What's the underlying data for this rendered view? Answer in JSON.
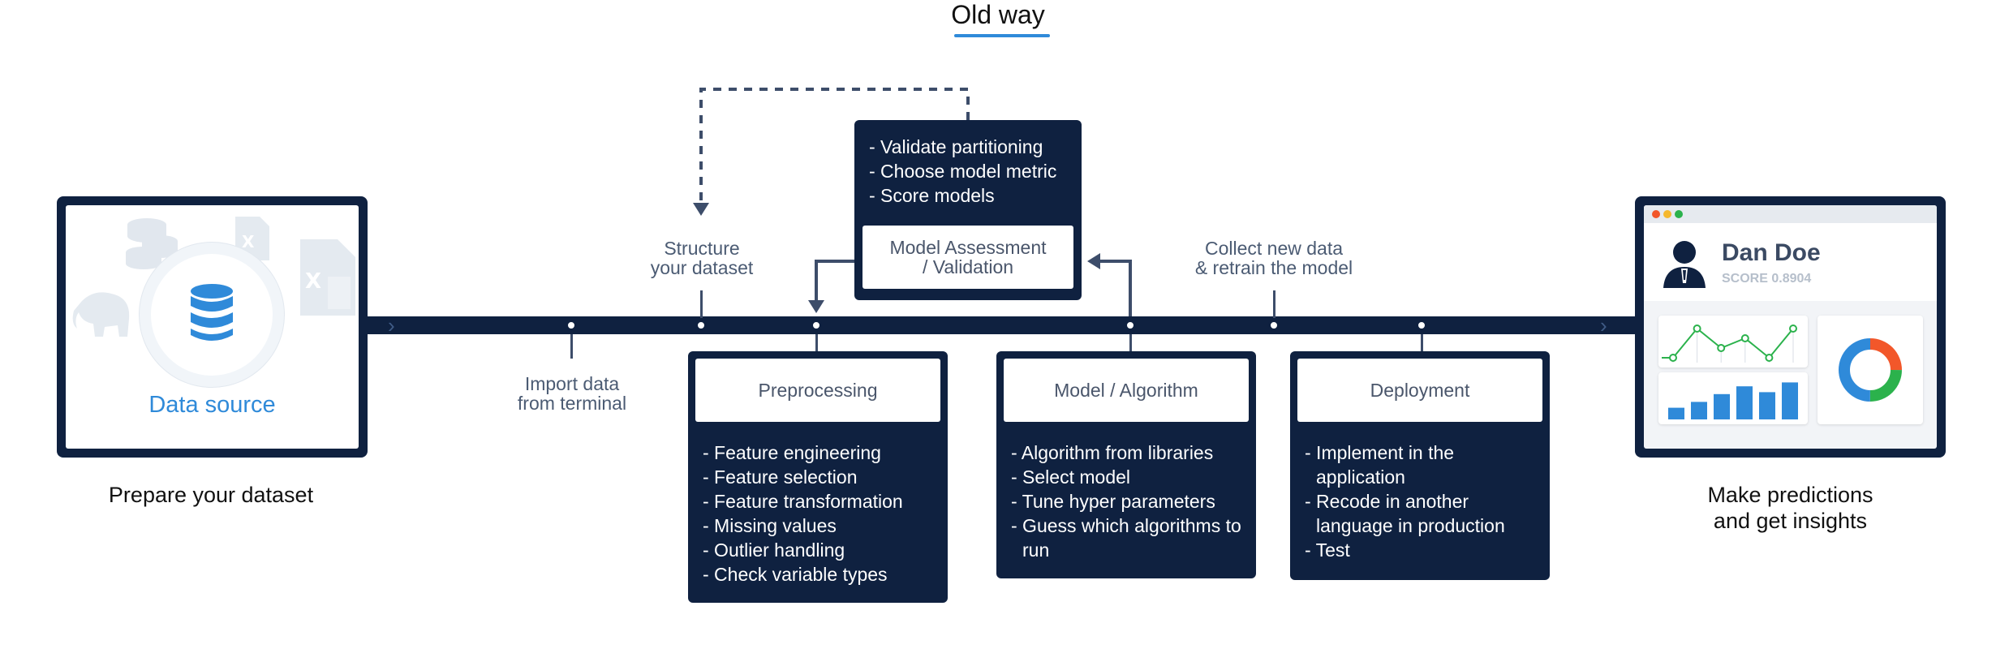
{
  "title": "Old way",
  "left_panel": {
    "label": "Data source",
    "caption": "Prepare your dataset",
    "bg_icons": [
      "database-stack",
      "xls-file",
      "csv-file",
      "elephant"
    ]
  },
  "right_panel": {
    "user_name": "Dan Doe",
    "score": "SCORE 0.8904",
    "caption_lines": [
      "Make predictions",
      "and get insights"
    ],
    "line_chart": [
      18,
      30,
      22,
      26,
      18,
      30
    ],
    "bar_chart": [
      0.3,
      0.45,
      0.65,
      0.85,
      0.7,
      0.95
    ],
    "donut": {
      "segments": [
        {
          "name": "red",
          "value": 0.25,
          "color": "#f2572a"
        },
        {
          "name": "green",
          "value": 0.25,
          "color": "#2bb24c"
        },
        {
          "name": "blue",
          "value": 0.5,
          "color": "#2f8ad9"
        }
      ]
    },
    "window_dots": [
      "#f2572a",
      "#f5b82e",
      "#2bb24c"
    ]
  },
  "timeline_labels": {
    "import": [
      "Import data",
      "from terminal"
    ],
    "structure": [
      "Structure",
      "your dataset"
    ],
    "collect": [
      "Collect new data",
      "& retrain the model"
    ]
  },
  "boxes": {
    "assessment": {
      "title_lines": [
        "Model Assessment",
        "/ Validation"
      ],
      "items": [
        "- Validate partitioning",
        "- Choose model metric",
        "- Score models"
      ]
    },
    "preprocessing": {
      "title": "Preprocessing",
      "items": [
        "- Feature engineering",
        "- Feature selection",
        "- Feature transformation",
        "- Missing values",
        "- Outlier handling",
        "- Check variable types"
      ]
    },
    "algorithm": {
      "title": "Model / Algorithm",
      "items": [
        "- Algorithm from libraries",
        "- Select model",
        "- Tune hyper parameters",
        "- Guess which algorithms to run"
      ]
    },
    "deployment": {
      "title": "Deployment",
      "items": [
        "- Implement in the application",
        "- Recode in another language in production",
        "- Test"
      ]
    }
  },
  "colors": {
    "navy": "#0f2140",
    "accent_blue": "#2f8ad9",
    "label_gray": "#4b5b73",
    "connector": "#3d4d6a"
  }
}
